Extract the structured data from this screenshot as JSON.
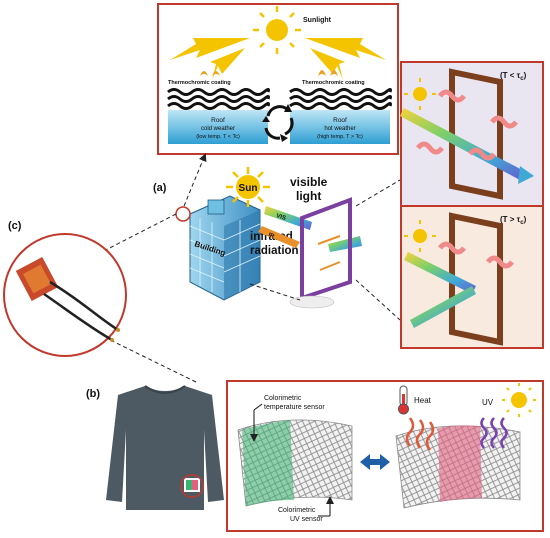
{
  "panel_labels": {
    "a": "(a)",
    "b": "(b)",
    "c": "(c)"
  },
  "roof_panel": {
    "sunlight": "Sunlight",
    "left_coating": "Thermochromic coating",
    "left_roof_line1": "Roof",
    "left_roof_line2": "cold weather",
    "left_roof_line3": "(low temp. T < Tc)",
    "right_coating": "Thermochromic coating",
    "right_roof_line1": "Roof",
    "right_roof_line2": "hot weather",
    "right_roof_line3": "(high temp. T > Tc)"
  },
  "window_scene": {
    "sun": "Sun",
    "visible_line1": "visible",
    "visible_line2": "light",
    "infrared_line1": "infrared",
    "infrared_line2": "radiation",
    "vis_beam": "VIS",
    "ir_beam": "IR",
    "building": "Building"
  },
  "window_states": {
    "low_temp_prefix": "(T < τ",
    "low_temp_sub": "c",
    "high_temp_prefix": "(T > τ",
    "high_temp_sub": "c"
  },
  "sensor_panel": {
    "temp_sensor_line1": "Colorimetric",
    "temp_sensor_line2": "temperature sensor",
    "uv_sensor_line1": "Colorimetric",
    "uv_sensor_line2": "UV sensor",
    "heat": "Heat",
    "uv": "UV"
  },
  "colors": {
    "panel_border": "#c0392b",
    "sun": "#f5c400",
    "glass": "#3fa9d6",
    "frame": "#7b3f1e",
    "green_sensor": "#3cb371",
    "pink_sensor": "#e0607e",
    "arrow_blue": "#1f5fa8"
  }
}
